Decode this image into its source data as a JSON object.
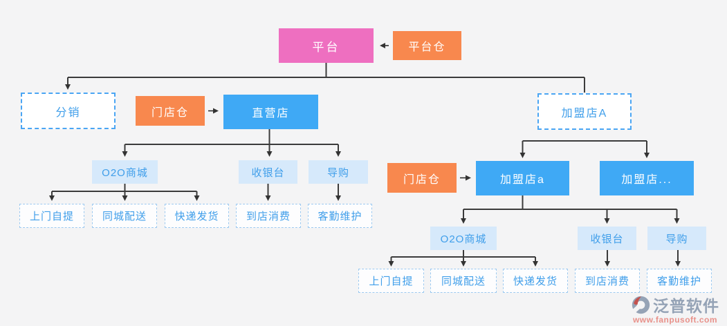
{
  "diagram": {
    "top": {
      "platform": "平台",
      "platform_warehouse": "平台仓"
    },
    "left": {
      "distribution": "分销",
      "store_warehouse": "门店仓",
      "direct_store": "直营店",
      "o2o_mall": "O2O商城",
      "cashier": "收银台",
      "guide": "导购",
      "self_pickup": "上门自提",
      "city_delivery": "同城配送",
      "express_delivery": "快递发货",
      "in_store": "到店消费",
      "customer_care": "客勤维护"
    },
    "right": {
      "franchise_parent": "加盟店A",
      "store_warehouse": "门店仓",
      "franchise_a": "加盟店a",
      "franchise_more": "加盟店...",
      "o2o_mall": "O2O商城",
      "cashier": "收银台",
      "guide": "导购",
      "self_pickup": "上门自提",
      "city_delivery": "同城配送",
      "express_delivery": "快递发货",
      "in_store": "到店消费",
      "customer_care": "客勤维护"
    }
  },
  "watermark": {
    "brand": "泛普软件",
    "url": "www.fanpusoft.com",
    "icon": "fanpu-logo-icon"
  },
  "colors": {
    "background": "#f4f4f5",
    "pink": "#ee6fc0",
    "orange": "#f8884e",
    "blue": "#3fa9f5",
    "light_blue_fill": "#d6e9fb",
    "blue_text": "#3f9eea",
    "dashed_border": "#4aa5f3",
    "connector": "#3b3b3b",
    "brand_gray": "#95a3b6",
    "brand_red": "#e8918a"
  }
}
